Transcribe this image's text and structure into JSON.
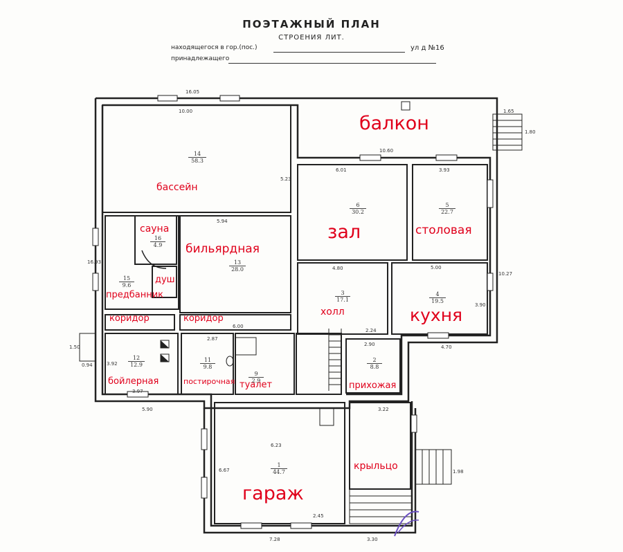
{
  "header": {
    "title": "ПОЭТАЖНЫЙ ПЛАН",
    "subtitle": "СТРОЕНИЯ ЛИТ.",
    "address_line": "находящегося в гор.(пос.)",
    "address_suffix": "ул д №16",
    "owner_line": "принадлежащего"
  },
  "rooms": {
    "balkon": "балкон",
    "bassein": "бассейн",
    "sauna": "сауна",
    "billiard": "бильярдная",
    "zal": "зал",
    "stolovaya": "столовая",
    "dush": "душ",
    "predbannik": "предбанник",
    "kholl": "холл",
    "kukhnya": "кухня",
    "koridor1": "коридор",
    "koridor2": "коридор",
    "boilernaya": "бойлерная",
    "postirochnaya": "постирочная",
    "tualet": "туалет",
    "prikhozhaya": "прихожая",
    "garazh": "гараж",
    "kryltso": "крыльцо"
  },
  "room_ids": {
    "bassein": {
      "n": "14",
      "a": "58.3"
    },
    "sauna": {
      "n": "16",
      "a": "4.9"
    },
    "billiard": {
      "n": "13",
      "a": "28.0"
    },
    "zal": {
      "n": "6",
      "a": "30.2"
    },
    "stolovaya": {
      "n": "5",
      "a": "22.7"
    },
    "predbannik": {
      "n": "15",
      "a": "9.6"
    },
    "kholl": {
      "n": "3",
      "a": "17.1"
    },
    "kukhnya": {
      "n": "4",
      "a": "19.5"
    },
    "boilernaya": {
      "n": "12",
      "a": "12.9"
    },
    "postirochnaya": {
      "n": "11",
      "a": "9.8"
    },
    "tualet": {
      "n": "9",
      "a": "2.9"
    },
    "prikhozhaya": {
      "n": "2",
      "a": "8.8"
    },
    "garazh": {
      "n": "1",
      "a": "44.7"
    }
  },
  "dimensions": {
    "d1605": "16.05",
    "d1000": "10.00",
    "d1060": "10.60",
    "d601": "6.01",
    "d393": "3.93",
    "d594": "5.94",
    "d480": "4.80",
    "d500": "5.00",
    "d1027": "10.27",
    "d1693": "16.93",
    "d523": "5.23",
    "d290": "2.90",
    "d390": "3.90",
    "d470": "4.70",
    "d728": "7.28",
    "d330": "3.30",
    "d590": "5.90",
    "d397": "3.97",
    "d723": "6.23",
    "d165": "1.65",
    "d180": "1.80",
    "d150": "1.50",
    "d094": "0.94",
    "d600": "6.00",
    "d322": "3.22",
    "d287": "2.87",
    "d392": "3.92",
    "d224": "2.24",
    "d245": "2.45",
    "d198": "1.98",
    "d667": "6.67"
  }
}
